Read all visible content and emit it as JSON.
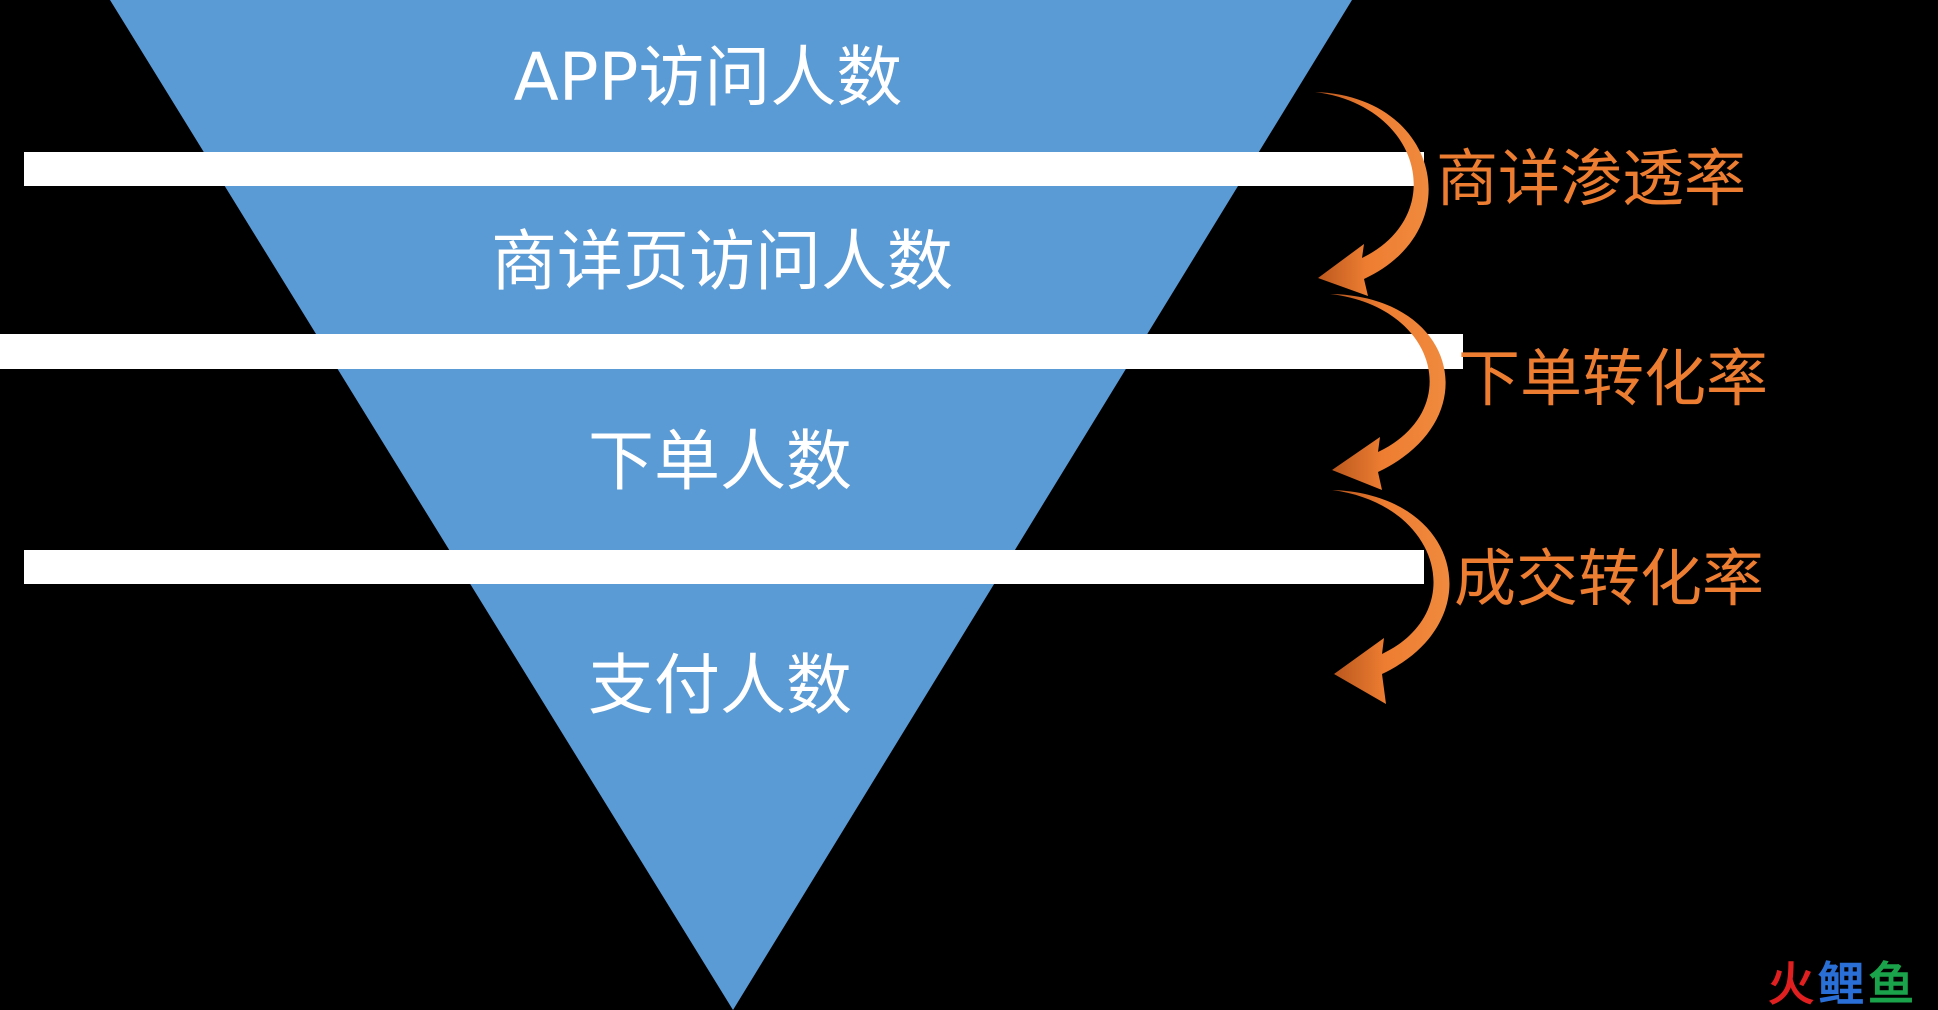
{
  "funnel": {
    "fill_color": "#5b9bd5",
    "divider_color": "#ffffff",
    "stages": [
      {
        "label": "APP访问人数"
      },
      {
        "label": "商详页访问人数"
      },
      {
        "label": "下单人数"
      },
      {
        "label": "支付人数"
      }
    ]
  },
  "rates": {
    "color": "#ed7d31",
    "items": [
      {
        "label": "商详渗透率"
      },
      {
        "label": "下单转化率"
      },
      {
        "label": "成交转化率"
      }
    ]
  },
  "watermark": {
    "chars": [
      {
        "text": "火",
        "color": "#e02020"
      },
      {
        "text": "鲤",
        "color": "#2a6fd6"
      },
      {
        "text": "鱼",
        "color": "#1aa34a"
      }
    ]
  }
}
